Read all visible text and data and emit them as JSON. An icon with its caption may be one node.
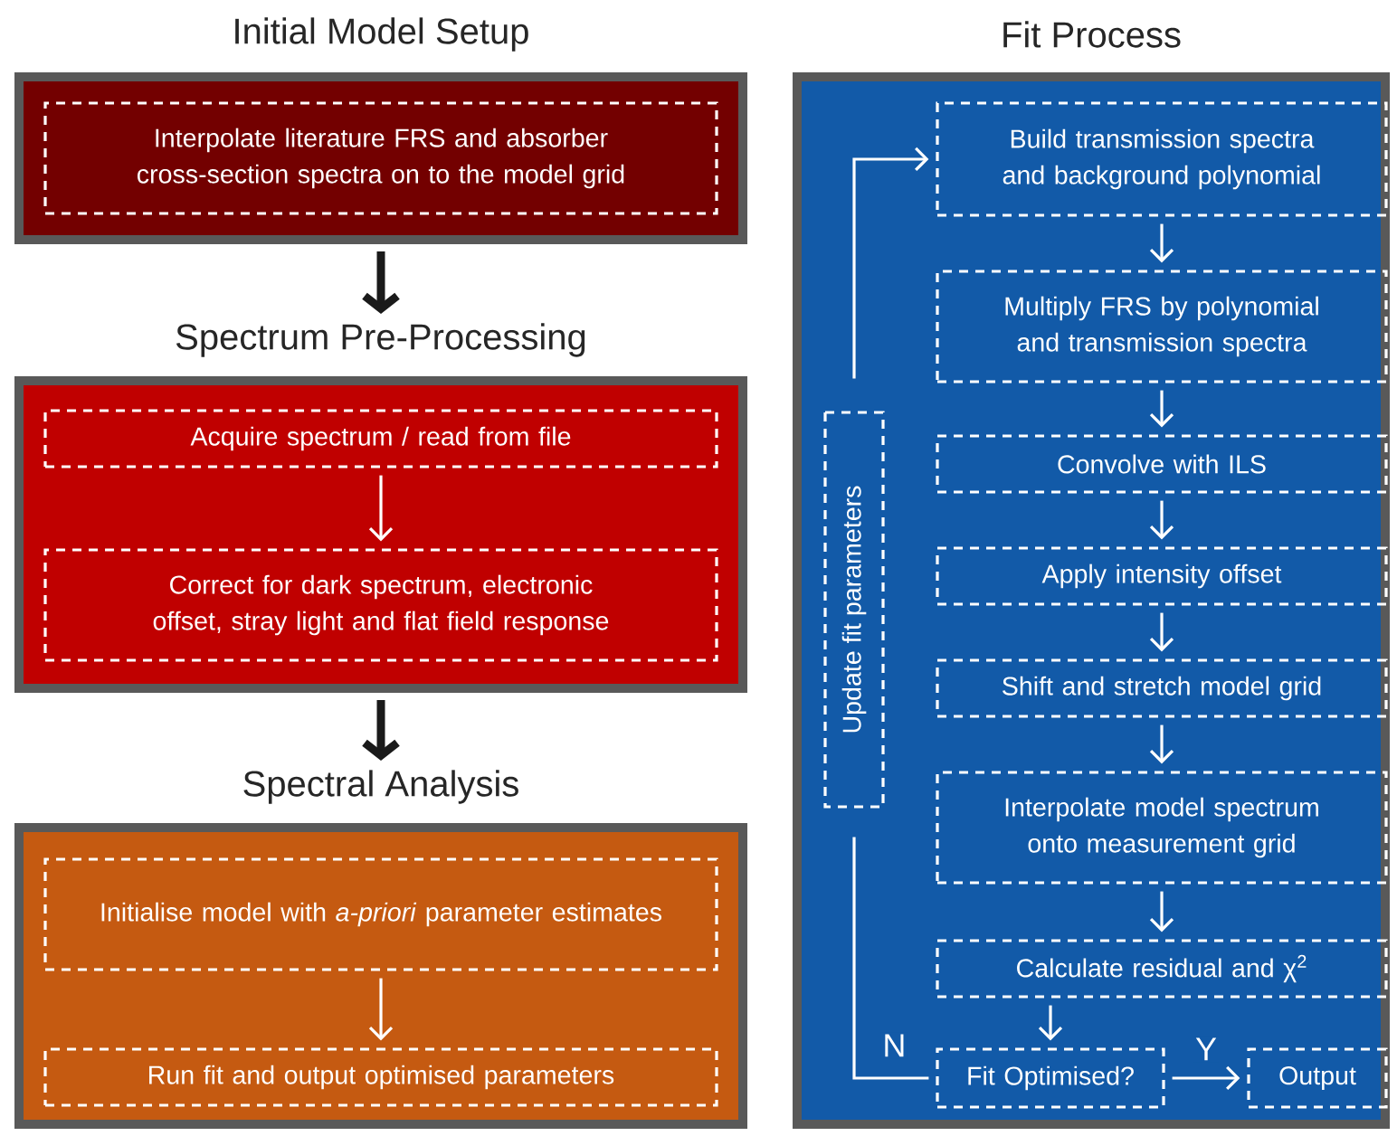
{
  "diagram": {
    "nodes": [
      {
        "text": [
          "Initial Model Setup"
        ]
      },
      {
        "text": [
          "Interpolate literature FRS and absorber cross-section spectra on to the model grid"
        ],
        "in": 0
      },
      {
        "text": [
          "Spectrum Pre-Processing"
        ]
      },
      {
        "text": [
          "Acquire spectrum / read from file"
        ],
        "in": 2
      },
      {
        "text": [
          "Correct for dark spectrum, electronic offset, stray light and flat field response"
        ],
        "in": 2
      },
      {
        "text": [
          "Spectral Analysis"
        ]
      },
      {
        "text": [
          "Initialise model with *a-priori* parameter estimates"
        ],
        "in": 5
      },
      {
        "text": [
          "Run fit and output optimised parameters"
        ],
        "in": 5
      },
      {
        "text": [
          "Fit Process"
        ]
      },
      {
        "text": [
          "Build transmission spectra and background polynomial"
        ],
        "in": 8
      },
      {
        "text": [
          "Multiply FRS by polynomial and transmission spectra"
        ],
        "in": 8
      },
      {
        "text": [
          "Convolve with ILS"
        ],
        "in": 8
      },
      {
        "text": [
          "Apply intensity offset"
        ],
        "in": 8
      },
      {
        "text": [
          "Shift and stretch model grid"
        ],
        "in": 8
      },
      {
        "text": [
          "Interpolate model spectrum onto measurement grid"
        ],
        "in": 8
      },
      {
        "text": [
          "Calculate residual and χ$^{2}$"
        ],
        "in": 8
      },
      {
        "text": [
          "Fit Optimised?"
        ],
        "in": 8
      },
      {
        "text": [
          "Output"
        ],
        "in": 8
      },
      {
        "text": [
          "Update fit parameters"
        ],
        "in": 8
      }
    ],
    "edges": [
      {
        "from": 0,
        "to": 2,
        "arrow": "to",
        "style": "thick",
        "color": "#1a1a1a"
      },
      {
        "from": 2,
        "to": 5,
        "arrow": "to",
        "style": "thick",
        "color": "#1a1a1a"
      },
      {
        "from": 3,
        "to": 4,
        "arrow": "to"
      },
      {
        "from": 6,
        "to": 7,
        "arrow": "to"
      },
      {
        "from": 9,
        "to": 10,
        "arrow": "to"
      },
      {
        "from": 10,
        "to": 11,
        "arrow": "to"
      },
      {
        "from": 11,
        "to": 12,
        "arrow": "to"
      },
      {
        "from": 12,
        "to": 13,
        "arrow": "to"
      },
      {
        "from": 13,
        "to": 14,
        "arrow": "to"
      },
      {
        "from": 14,
        "to": 15,
        "arrow": "to"
      },
      {
        "from": 15,
        "to": 16,
        "arrow": "to"
      },
      {
        "from": 16,
        "to": 17,
        "arrow": "to",
        "label": "Y"
      },
      {
        "from": 16,
        "to": 18,
        "arrow": "none",
        "label": "N"
      },
      {
        "from": 18,
        "to": 9,
        "arrow": "to"
      }
    ]
  }
}
